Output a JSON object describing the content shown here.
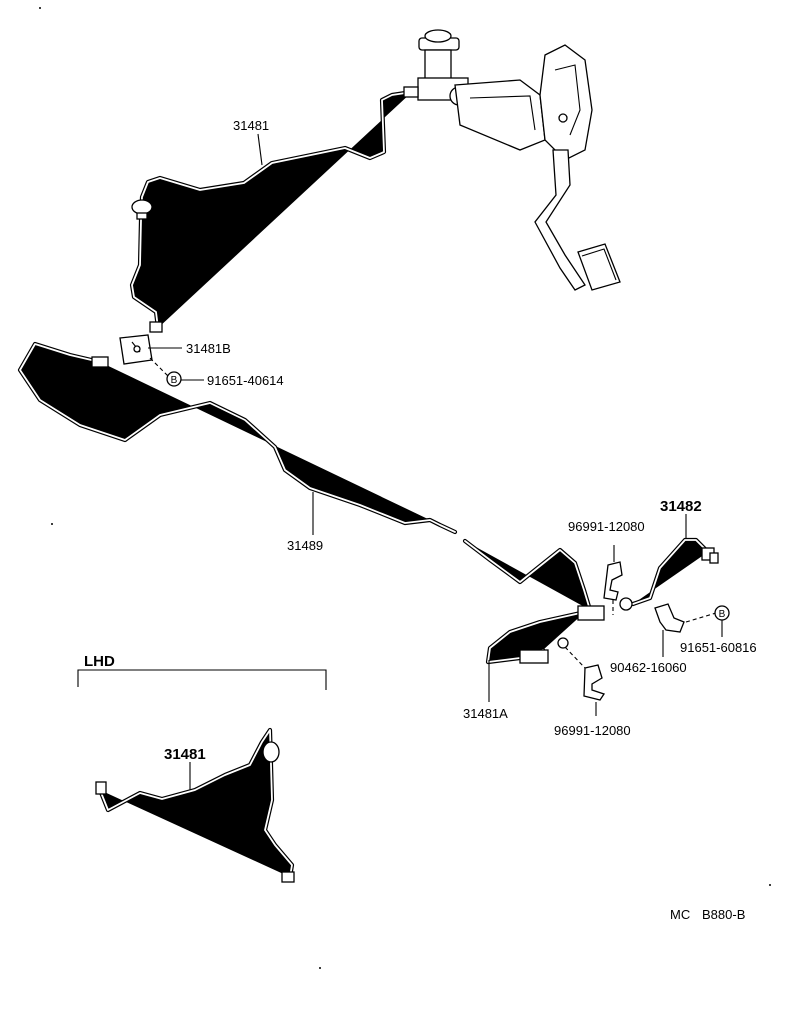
{
  "labels": {
    "clutch_line_upper": "31481",
    "bracket_upper": "31481B",
    "bolt_upper": "91651-40614",
    "tube_long": "31489",
    "clip_upper": "96991-12080",
    "hose_end": "31482",
    "hose_main": "31481A",
    "clip_lower": "96991-12080",
    "clip_bracket": "90462-16060",
    "bolt_lower": "91651-60816",
    "lhd_section": "LHD",
    "lhd_line": "31481",
    "code_prefix": "MC",
    "code": "B880-B"
  },
  "marks": {
    "bolt_marker_upper": "B",
    "bolt_marker_lower": "B"
  }
}
